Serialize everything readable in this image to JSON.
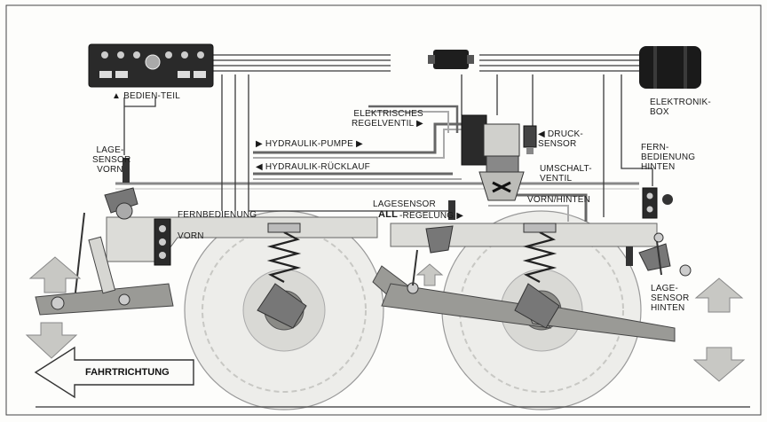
{
  "labels": {
    "bedienteil": "▲ BEDIEN-TEIL",
    "elektronik_box": "ELEKTRONIK-\nBOX",
    "elektrisches_regelventil": "ELEKTRISCHES\nREGELVENTIL ▶",
    "druck_sensor": "◀ DRUCK-\nSENSOR",
    "hydraulik_pumpe": "▶ HYDRAULIK-PUMPE ▶",
    "hydraulik_ruecklauf": "◀ HYDRAULIK-RÜCKLAUF",
    "lage_sensor_vorn": "LAGE-\nSENSOR\nVORN",
    "fernbedienung_vorn_1": "FERNBEDIENUNG",
    "fernbedienung_vorn_2": "VORN",
    "lagesensor_all_1": "LAGESENSOR",
    "lagesensor_all_2": "ALL",
    "lagesensor_all_3": "-REGELUNG ▶",
    "umschaltventil": "UMSCHALT-\nVENTIL",
    "vorn_hinten": "VORN/HINTEN",
    "fernbedienung_hinten": "FERN-\nBEDIENUNG\nHINTEN",
    "lage_sensor_hinten": "LAGE-\nSENSOR\nHINTEN",
    "fahrtrichtung": "FAHRTRICHTUNG"
  },
  "icons": [
    "control-panel-icon",
    "electronic-box-icon",
    "connector-icon",
    "valve-icon",
    "pressure-sensor-icon",
    "remote-control-icon",
    "height-sensor-icon",
    "wheel-icon",
    "coil-spring-icon",
    "arrow-up-icon",
    "arrow-down-icon",
    "direction-arrow-icon"
  ],
  "colors": {
    "ink": "#1a1a1a",
    "panel": "#2a2a2a",
    "wheel": "#e4e4e0",
    "frame": "#d8d8d4",
    "arrow": "#bdbdb9",
    "line": "#3a3a3a"
  }
}
